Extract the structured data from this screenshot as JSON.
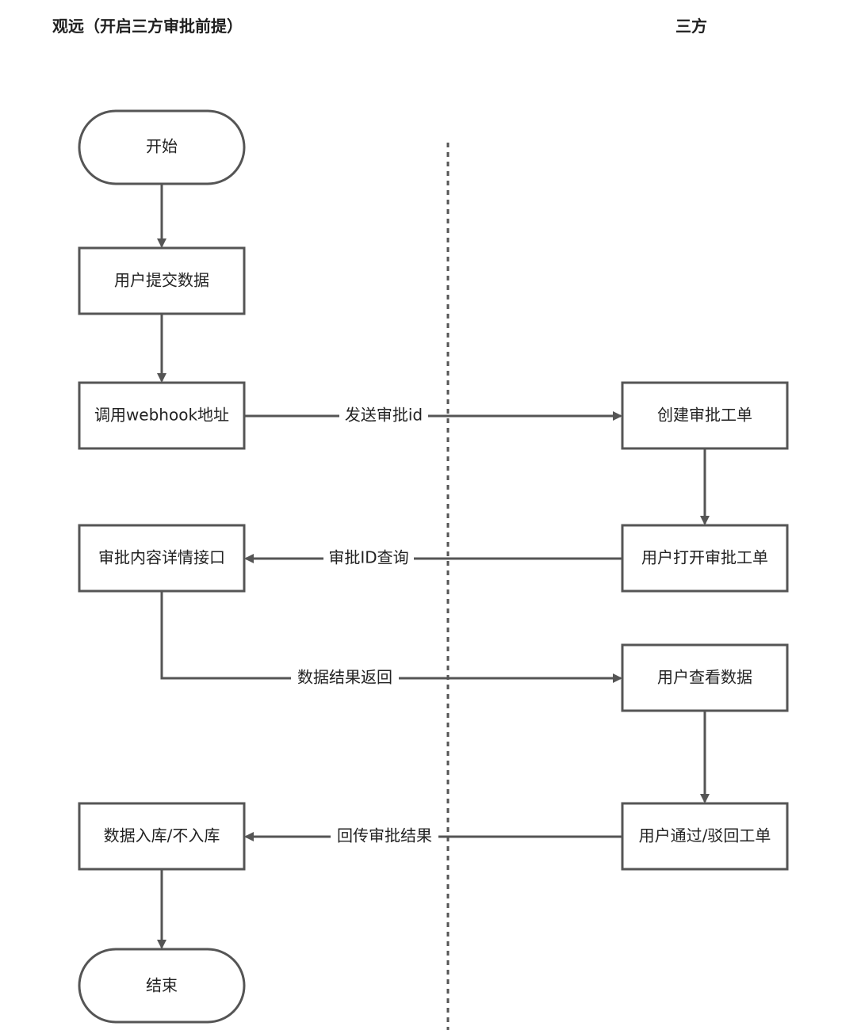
{
  "lanes": {
    "left_title": "观远（开启三方审批前提）",
    "right_title": "三方"
  },
  "nodes": {
    "start": "开始",
    "submit": "用户提交数据",
    "webhook": "调用webhook地址",
    "detail_api": "审批内容详情接口",
    "store": "数据入库/不入库",
    "end": "结束",
    "create_ticket": "创建审批工单",
    "open_ticket": "用户打开审批工单",
    "view_data": "用户查看数据",
    "approve_reject": "用户通过/驳回工单"
  },
  "edges": {
    "send_id": "发送审批id",
    "query_id": "审批ID查询",
    "return_result": "数据结果返回",
    "callback_result": "回传审批结果"
  },
  "colors": {
    "line": "#555555",
    "text": "#222222",
    "background": "#ffffff"
  }
}
